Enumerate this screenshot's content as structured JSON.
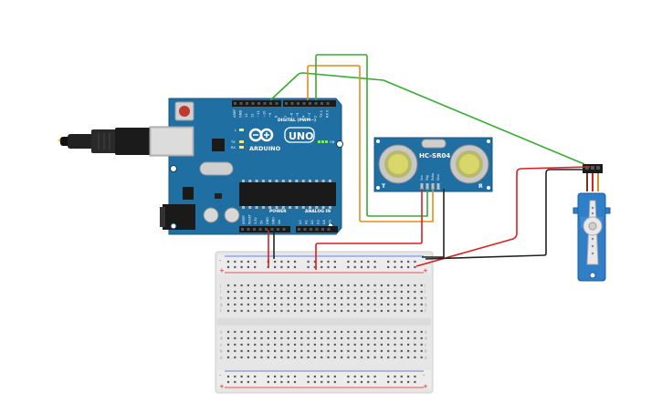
{
  "arduino": {
    "brand": "ARDUINO",
    "model": "UNO",
    "on_label": "ON",
    "digital_label": "DIGITAL (PWM~)",
    "power_label": "POWER",
    "analog_label": "ANALOG IN",
    "tx_label": "TX",
    "rx_label": "RX",
    "l_label": "L",
    "digital_pins": [
      "AREF",
      "GND",
      "13",
      "12",
      "~11",
      "~10",
      "~9",
      "8",
      "7",
      "~6",
      "~5",
      "4",
      "~3",
      "2",
      "TX 1",
      "RX 0"
    ],
    "power_pins": [
      "IOREF",
      "RESET",
      "3.3V",
      "5V",
      "GND",
      "GND",
      "Vin"
    ],
    "analog_pins": [
      "A0",
      "A1",
      "A2",
      "A3",
      "A4",
      "A5"
    ]
  },
  "sensor": {
    "model": "HC-SR04",
    "t_label": "T",
    "r_label": "R",
    "pin_labels": [
      "Vcc",
      "Trig",
      "Echo",
      "Gnd"
    ]
  },
  "breadboard": {
    "plus": "+",
    "minus": "-",
    "row_letters_top": [
      "j",
      "i",
      "h",
      "g",
      "f"
    ],
    "row_letters_bottom": [
      "e",
      "d",
      "c",
      "b",
      "a"
    ]
  },
  "colors": {
    "board_blue": "#1f6fa3",
    "wire_green": "#3aaa35",
    "wire_orange": "#e88a1a",
    "wire_red": "#d92020",
    "wire_black": "#222222",
    "servo_blue": "#2f7ec7"
  }
}
